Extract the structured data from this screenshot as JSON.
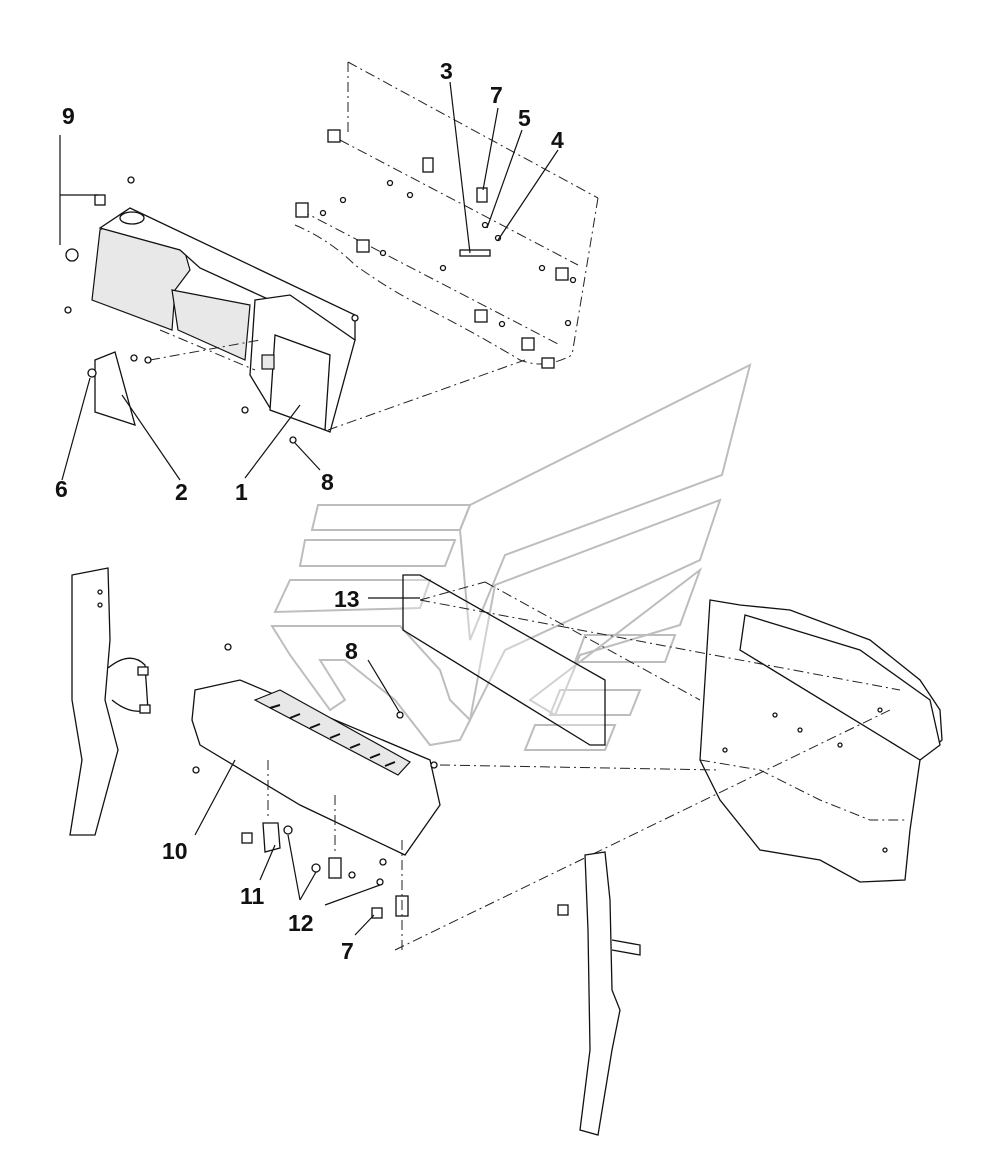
{
  "diagram": {
    "callouts": [
      {
        "id": "c9",
        "text": "9"
      },
      {
        "id": "c3",
        "text": "3"
      },
      {
        "id": "c7a",
        "text": "7"
      },
      {
        "id": "c5",
        "text": "5"
      },
      {
        "id": "c4",
        "text": "4"
      },
      {
        "id": "c6",
        "text": "6"
      },
      {
        "id": "c2",
        "text": "2"
      },
      {
        "id": "c1",
        "text": "1"
      },
      {
        "id": "c8a",
        "text": "8"
      },
      {
        "id": "c13",
        "text": "13"
      },
      {
        "id": "c8b",
        "text": "8"
      },
      {
        "id": "c10",
        "text": "10"
      },
      {
        "id": "c11",
        "text": "11"
      },
      {
        "id": "c12",
        "text": "12"
      },
      {
        "id": "c7b",
        "text": "7"
      }
    ]
  }
}
